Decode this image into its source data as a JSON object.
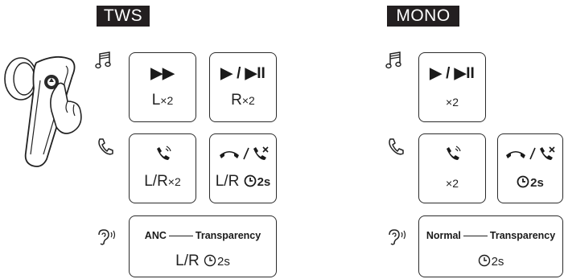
{
  "tws": {
    "title": "TWS",
    "music_play": {
      "symbol": "▶▶",
      "prefix": "L",
      "count": "×2"
    },
    "music_pause": {
      "symbol": "▶ / ▶II",
      "prefix": "R",
      "count": "×2"
    },
    "call_answer": {
      "prefix": "L/R",
      "count": "×2"
    },
    "call_end": {
      "prefix": "L/R",
      "duration": "2s"
    },
    "anc": {
      "mode_a": "ANC",
      "mode_b": "Transparency",
      "prefix": "L/R",
      "duration": "2s"
    }
  },
  "mono": {
    "title": "MONO",
    "music_pause": {
      "symbol": "▶ / ▶II",
      "count": "×2"
    },
    "call_answer": {
      "count": "×2"
    },
    "call_end": {
      "duration": "2s"
    },
    "anc": {
      "mode_a": "Normal",
      "mode_b": "Transparency",
      "duration": "2s"
    }
  },
  "icons": {
    "music": "music-note-icon",
    "phone": "phone-icon",
    "ear": "ear-anc-icon",
    "answer": "phone-ringing-icon",
    "hangup": "hang-up-icon",
    "reject": "reject-call-icon",
    "clock": "timer-icon"
  }
}
